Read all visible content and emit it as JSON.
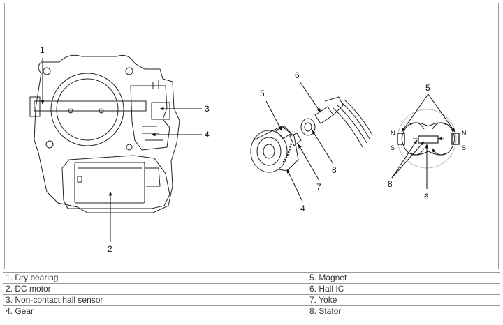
{
  "callouts": {
    "left": {
      "c1": "1",
      "c2": "2",
      "c3": "3",
      "c4": "4"
    },
    "middle": {
      "c4": "4",
      "c5": "5",
      "c6": "6",
      "c7": "7",
      "c8": "8"
    },
    "right": {
      "c5": "5",
      "c6": "6",
      "c8": "8"
    }
  },
  "poles": {
    "n_left": "N",
    "s_left": "S",
    "n_right": "N",
    "s_right": "S"
  },
  "legend": {
    "rows": [
      {
        "left": "1. Dry bearing",
        "right": "5. Magnet"
      },
      {
        "left": "2. DC motor",
        "right": "6. Hall IC"
      },
      {
        "left": "3. Non-contact hall sensor",
        "right": "7. Yoke"
      },
      {
        "left": "4. Gear",
        "right": "8. Stator"
      }
    ]
  }
}
